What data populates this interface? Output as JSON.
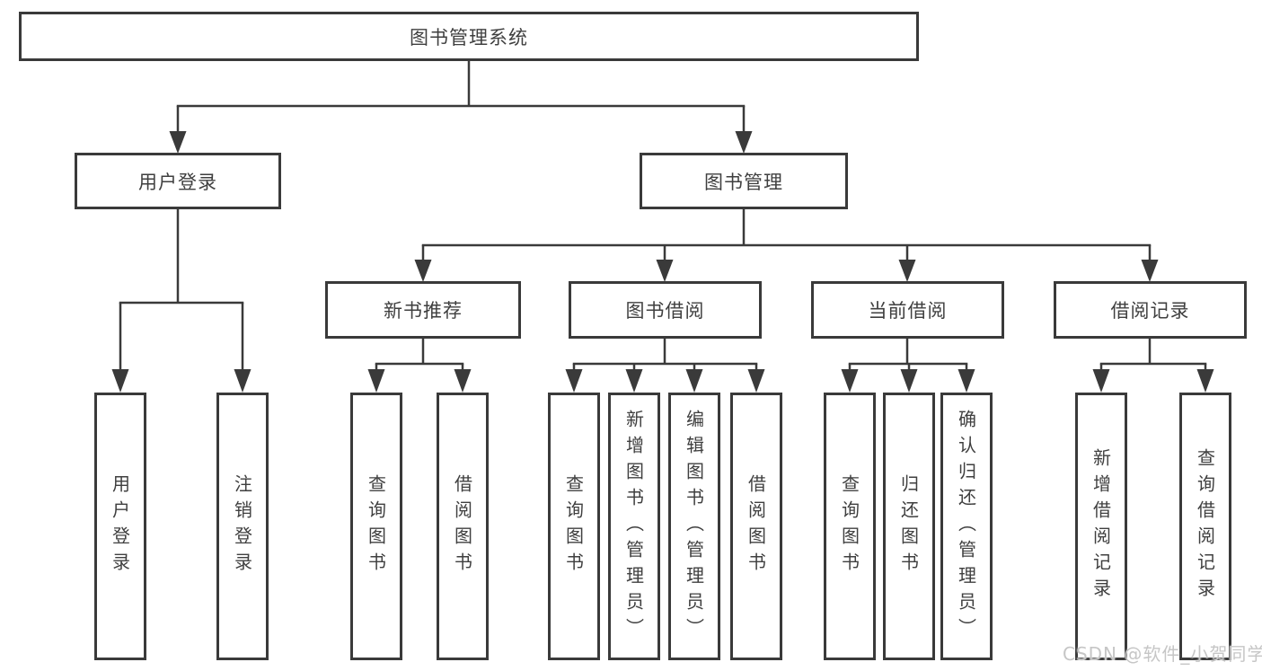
{
  "diagram": {
    "root": {
      "label": "图书管理系统"
    },
    "branches": [
      {
        "label": "用户登录",
        "children": [
          {
            "label": "用户登录"
          },
          {
            "label": "注销登录"
          }
        ]
      },
      {
        "label": "图书管理",
        "sections": [
          {
            "label": "新书推荐",
            "children": [
              {
                "label": "查询图书"
              },
              {
                "label": "借阅图书"
              }
            ]
          },
          {
            "label": "图书借阅",
            "children": [
              {
                "label": "查询图书"
              },
              {
                "label": "新增图书（管理员）"
              },
              {
                "label": "编辑图书（管理员）"
              },
              {
                "label": "借阅图书"
              }
            ]
          },
          {
            "label": "当前借阅",
            "children": [
              {
                "label": "查询图书"
              },
              {
                "label": "归还图书"
              },
              {
                "label": "确认归还（管理员）"
              }
            ]
          },
          {
            "label": "借阅记录",
            "children": [
              {
                "label": "新增借阅记录"
              },
              {
                "label": "查询借阅记录"
              }
            ]
          }
        ]
      }
    ]
  },
  "watermark": {
    "text": "CSDN @软件_小贺同学"
  },
  "colors": {
    "line": "#3a3a3a",
    "text": "#3f3f3f",
    "watermark": "#c6c6c6",
    "background": "#ffffff"
  }
}
